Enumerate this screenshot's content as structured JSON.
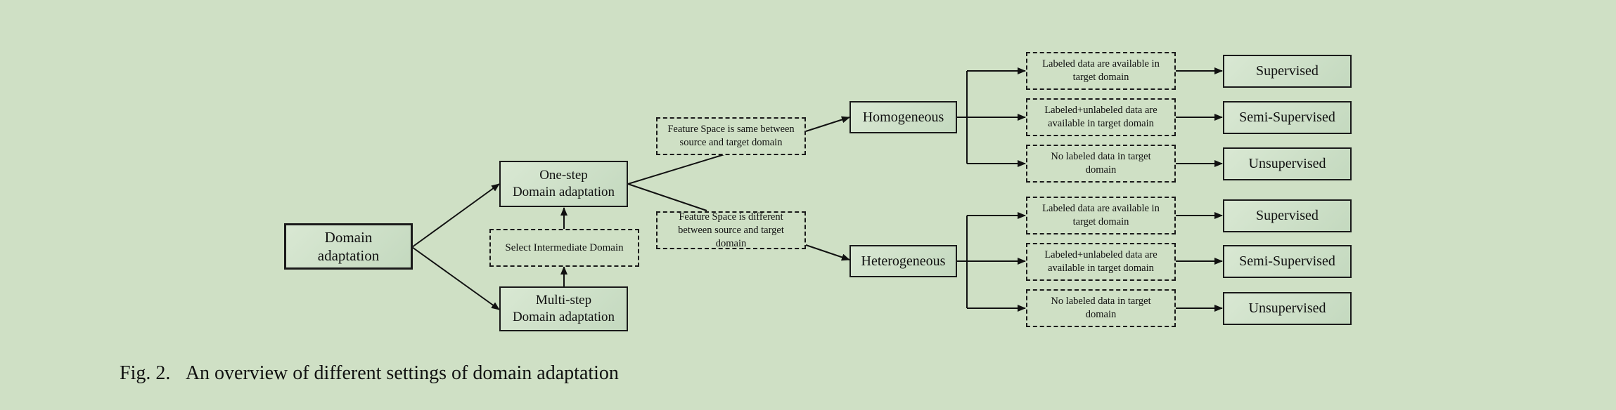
{
  "nodes": {
    "domain_adaptation": "Domain\nadaptation",
    "one_step": "One-step\nDomain adaptation",
    "select_intermediate": "Select Intermediate Domain",
    "multi_step": "Multi-step\nDomain adaptation",
    "feature_same": "Feature Space is same between\nsource and target domain",
    "feature_different": "Feature Space is different\nbetween source and target\ndomain",
    "homogeneous": "Homogeneous",
    "heterogeneous": "Heterogeneous",
    "homo_labeled": "Labeled data are available in\ntarget domain",
    "homo_semi_cond": "Labeled+unlabeled  data are\navailable in target domain",
    "homo_unlabeled": "No labeled  data in target\ndomain",
    "hetero_labeled": "Labeled data are available in\ntarget domain",
    "hetero_semi_cond": "Labeled+unlabeled  data are\navailable in target domain",
    "hetero_unlabeled": "No labeled  data in target\ndomain",
    "homo_supervised": "Supervised",
    "homo_semi": "Semi-Supervised",
    "homo_unsupervised": "Unsupervised",
    "hetero_supervised": "Supervised",
    "hetero_semi": "Semi-Supervised",
    "hetero_unsupervised": "Unsupervised"
  },
  "caption": {
    "number": "Fig. 2.",
    "text": "An overview of different settings of domain adaptation"
  }
}
